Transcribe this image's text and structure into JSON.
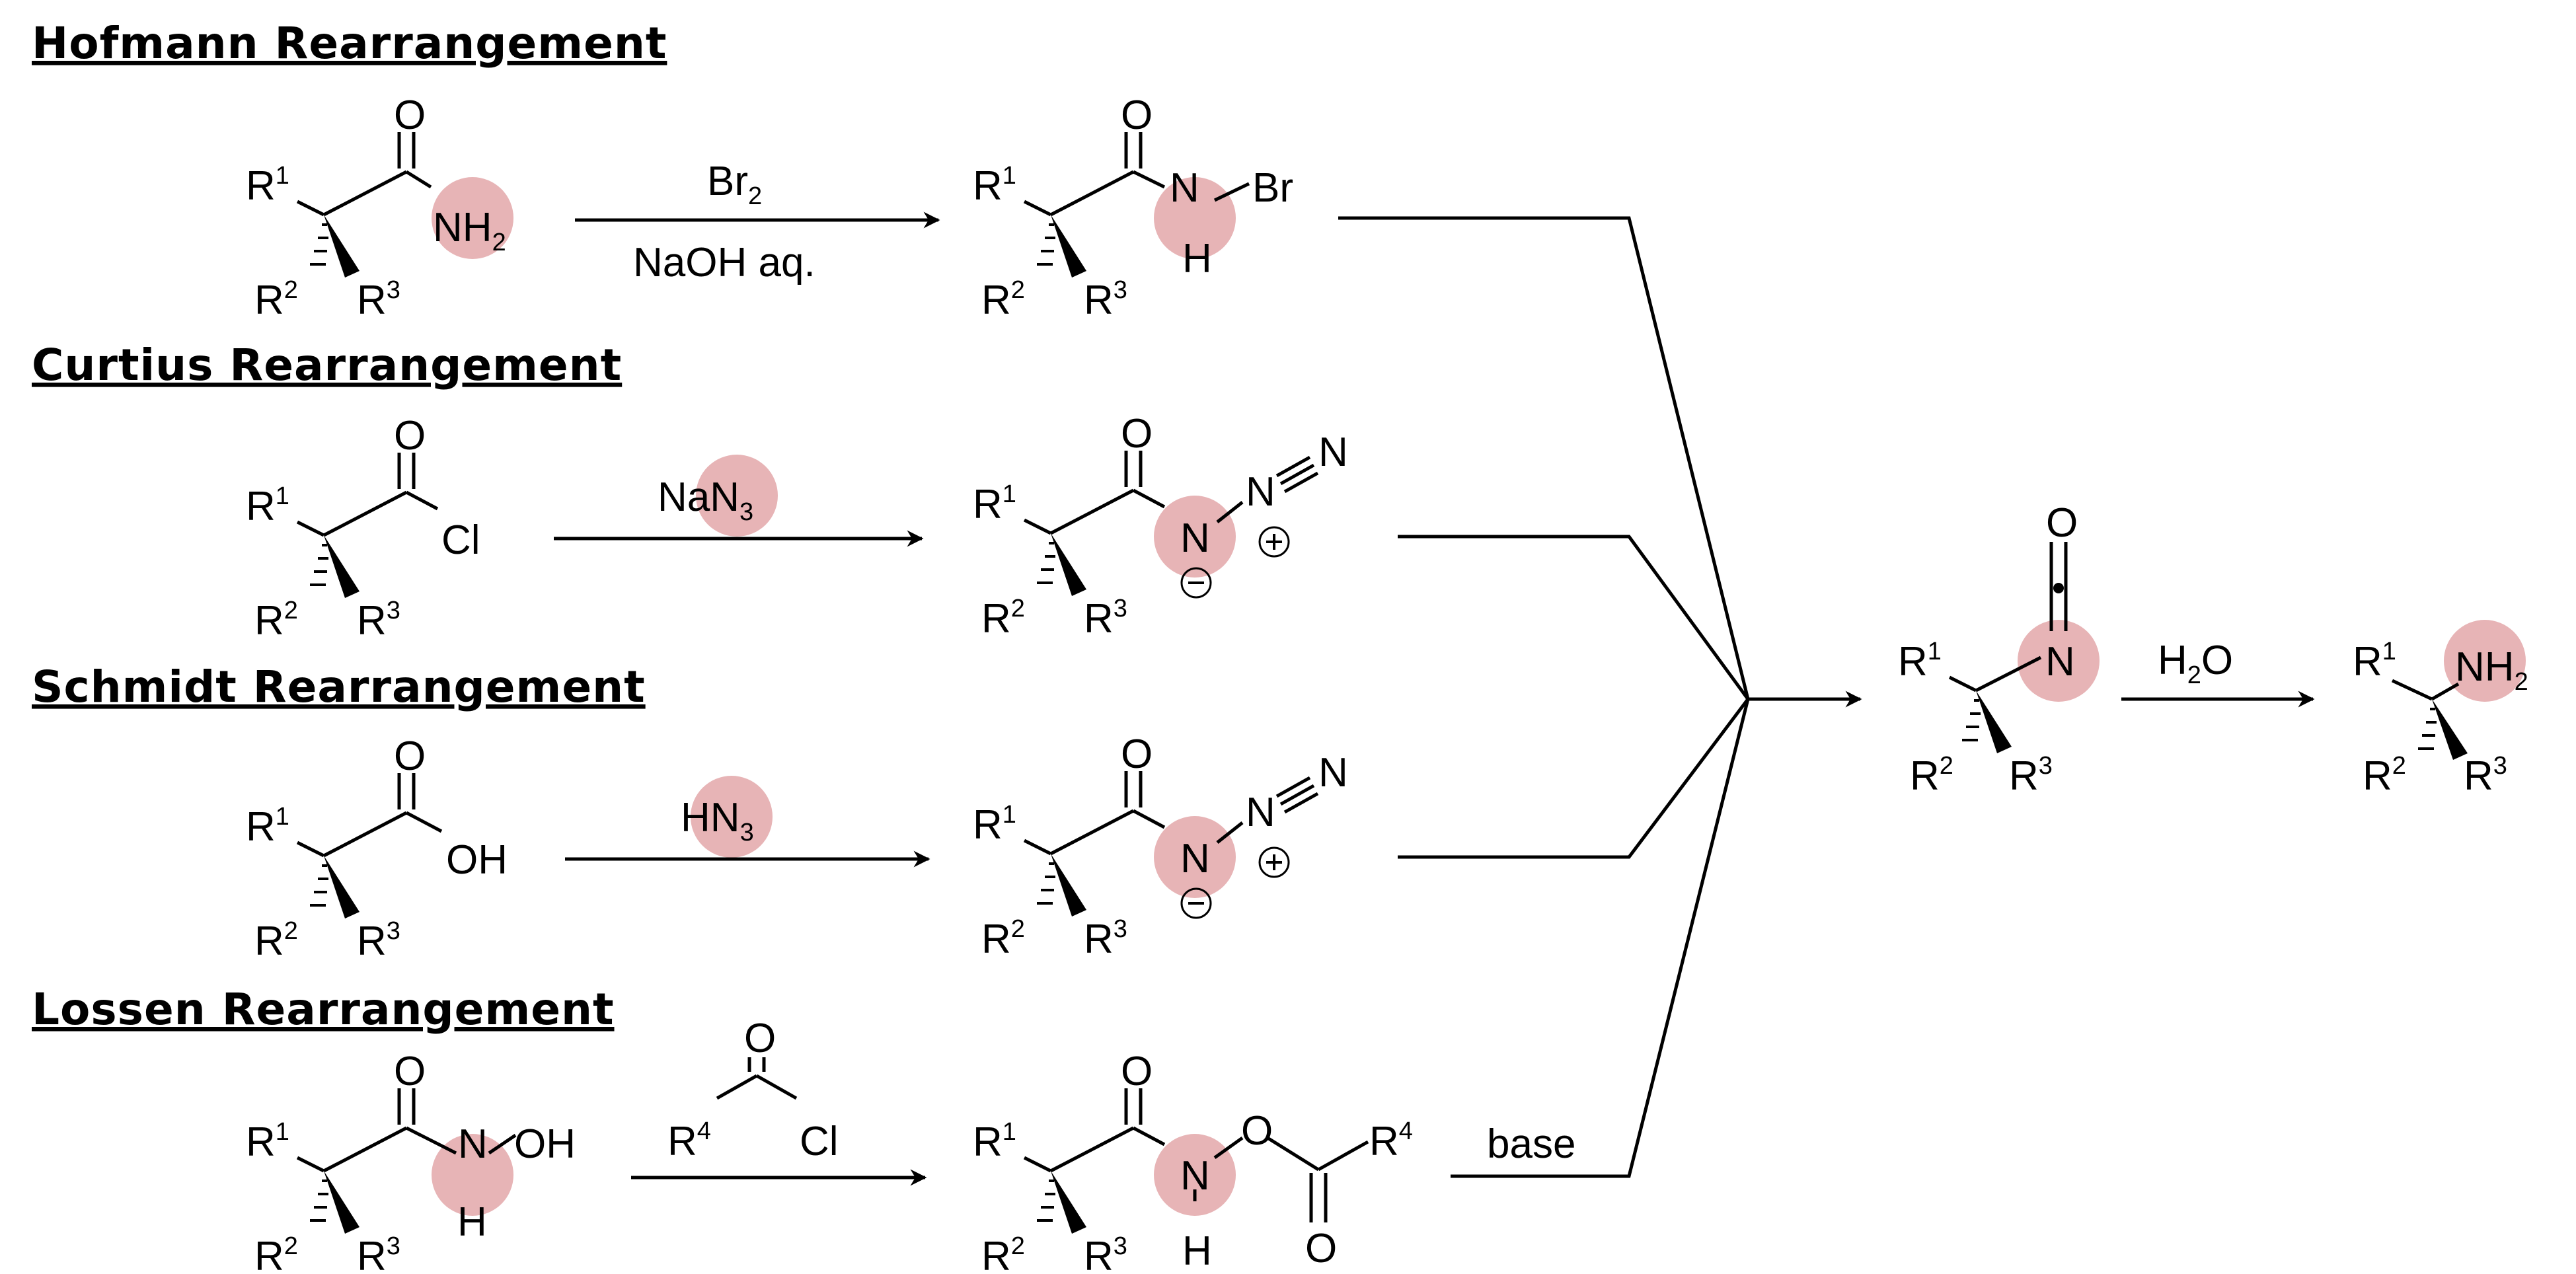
{
  "sections": {
    "hofmann": {
      "title": "Hofmann Rearrangement",
      "reagent_top": "Br",
      "reagent_top_sub": "2",
      "reagent_bottom": "NaOH aq."
    },
    "curtius": {
      "title": "Curtius Rearrangement",
      "reagent": "NaN",
      "reagent_sub": "3"
    },
    "schmidt": {
      "title": "Schmidt Rearrangement",
      "reagent": "HN",
      "reagent_sub": "3"
    },
    "lossen": {
      "title": "Lossen Rearrangement",
      "reagent_label": "Cl",
      "reagent_r": "R",
      "reagent_r_sup": "4",
      "base": "base"
    }
  },
  "substituents": {
    "r": "R",
    "r1": "1",
    "r2": "2",
    "r3": "3",
    "r4": "4"
  },
  "atoms": {
    "O": "O",
    "N": "N",
    "H": "H",
    "NH": "NH",
    "NH2_sub": "2",
    "Cl": "Cl",
    "OH": "OH",
    "Br": "Br"
  },
  "isocyanate": {
    "N": "N",
    "O": "O"
  },
  "hydrolysis": {
    "reagent": "H",
    "reagent_sub": "2",
    "reagent_tail": "O"
  },
  "product": {
    "label": "NH",
    "sub": "2"
  },
  "colors": {
    "highlight": "#e7b4b6",
    "ink": "#000000",
    "background": "#ffffff"
  }
}
